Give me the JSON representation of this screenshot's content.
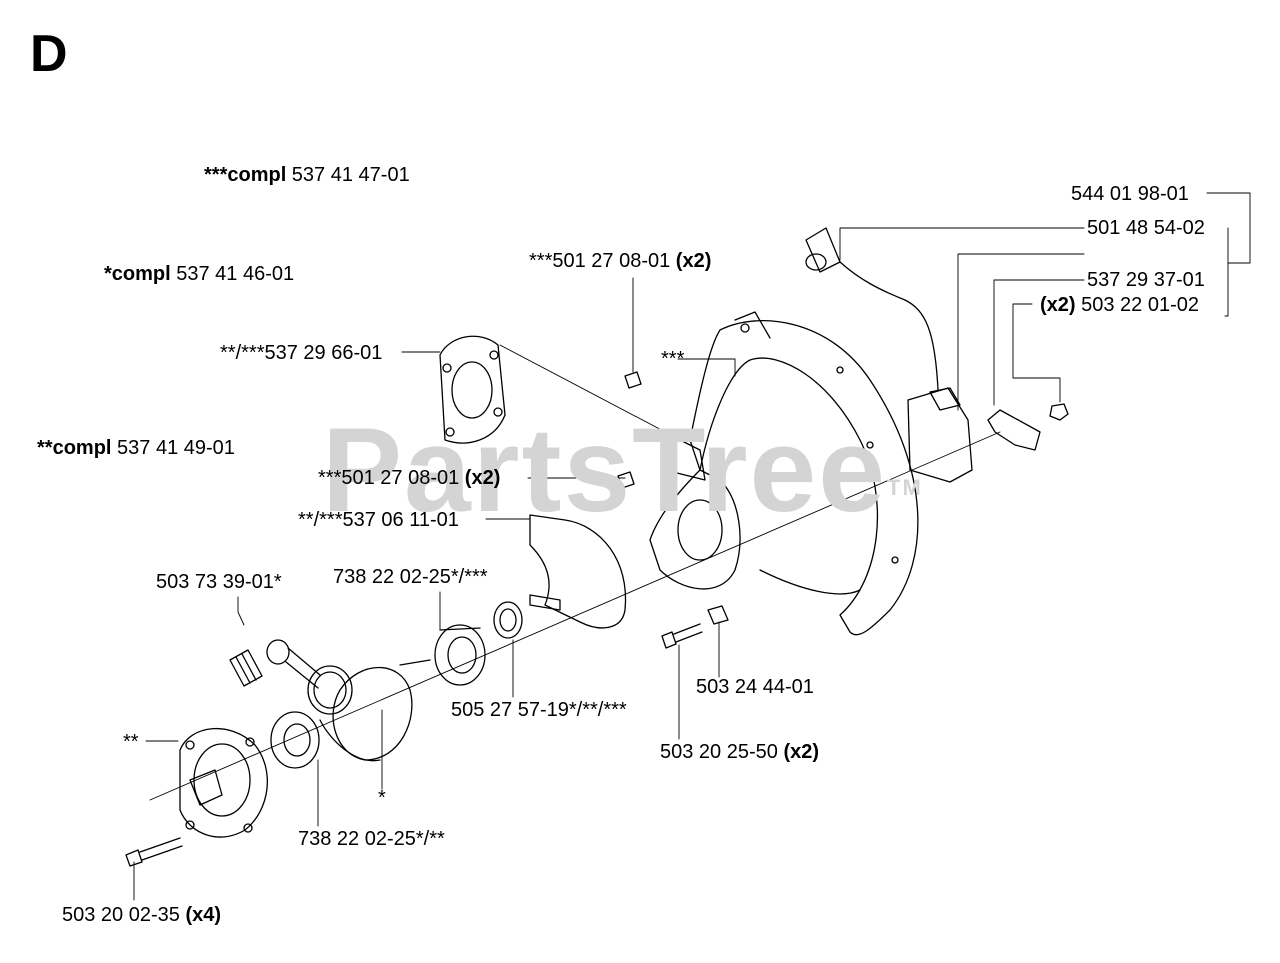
{
  "section_letter": "D",
  "watermark": {
    "text": "PartsTree",
    "mark": "TM"
  },
  "labels": {
    "compl3": {
      "bold": "***compl",
      "text": " 537 41 47-01"
    },
    "compl1": {
      "bold": "*compl",
      "text": " 537 41 46-01"
    },
    "compl2": {
      "bold": "**compl",
      "text": " 537 41 49-01"
    },
    "gasket_cyl": {
      "text": "**/***537 29 66-01"
    },
    "pin_top": {
      "text": "***501 27 08-01 ",
      "bold": "(x2)"
    },
    "pin_mid": {
      "text": "***501 27 08-01 ",
      "bold": "(x2)"
    },
    "crankcase": {
      "text": "***"
    },
    "gasket_case": {
      "text": "**/***537 06 11-01"
    },
    "needle_bearing": {
      "text": "503 73 39-01*"
    },
    "bearing_top": {
      "text": "738 22 02-25*/***"
    },
    "seal": {
      "text": "505 27 57-19*/**/***"
    },
    "cover": {
      "text": "**"
    },
    "crank_star": {
      "text": "*"
    },
    "bearing_bottom": {
      "text": "738 22 02-25*/**"
    },
    "screw_bottom": {
      "text": "503 20 02-35 ",
      "bold": "(x4)"
    },
    "clip": {
      "text": "503 24 44-01"
    },
    "screw_mid": {
      "text": "503 20 25-50 ",
      "bold": "(x2)"
    },
    "ignition": {
      "text": "544 01 98-01"
    },
    "boot": {
      "text": "501 48 54-02"
    },
    "bracket": {
      "text": "537 29 37-01"
    },
    "nut": {
      "bold": "(x2)",
      "text": " 503 22 01-02"
    }
  }
}
